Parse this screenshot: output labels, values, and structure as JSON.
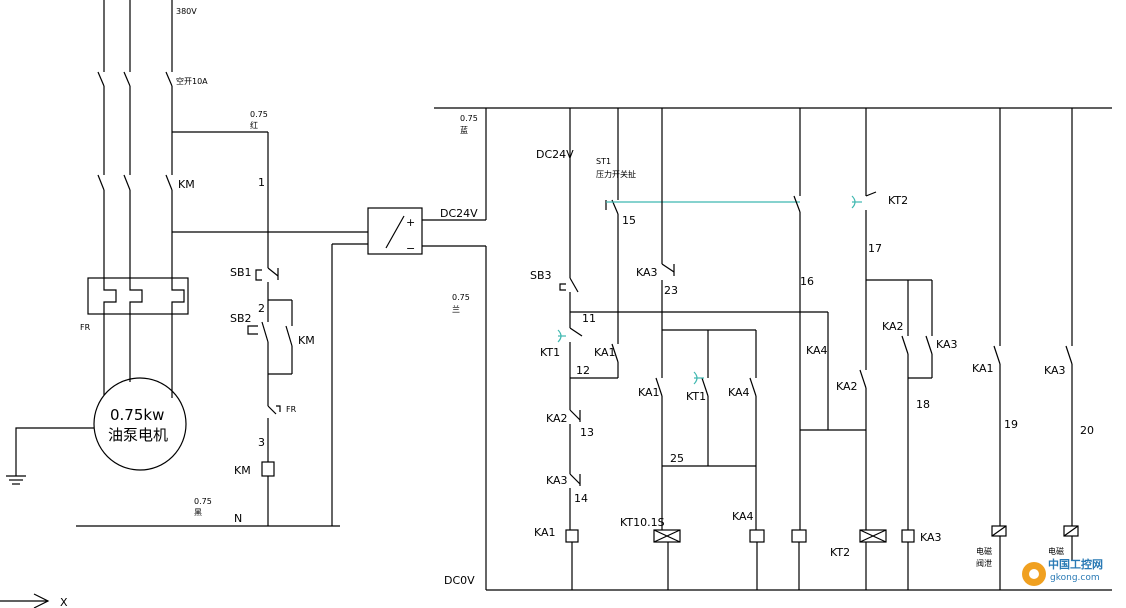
{
  "labels": {
    "supply": "380V",
    "breaker": "空开10A",
    "km_main": "KM",
    "fr": "FR",
    "motor_line1": "0.75kw",
    "motor_line2": "油泵电机",
    "w075_red": "0.75",
    "w_red": "红",
    "n1": "1",
    "sb1": "SB1",
    "n2": "2",
    "sb2": "SB2",
    "km_aux": "KM",
    "fr_contact": "FR",
    "n3": "3",
    "km_coil": "KM",
    "w075_black": "0.75",
    "w_black": "黑",
    "neutral": "N",
    "psu_plus": "+",
    "psu_minus": "−",
    "dc24v_out": "DC24V",
    "w075_blue_top": "0.75",
    "w_blue_top": "蓝",
    "w075_blue": "0.75",
    "w_blue": "兰",
    "dc24v_left": "DC24V",
    "st1": "ST1",
    "pressure_switch": "压力开关扯",
    "n15": "15",
    "sb3": "SB3",
    "ka3_23": "KA3",
    "n23": "23",
    "n11": "11",
    "kt1_left": "KT1",
    "ka1_left": "KA1",
    "n12": "12",
    "ka2_left": "KA2",
    "n13": "13",
    "ka3_left": "KA3",
    "n14": "14",
    "ka1_coil": "KA1",
    "ka1_mid": "KA1",
    "kt1_mid": "KT1",
    "ka4_mid": "KA4",
    "n25": "25",
    "kt1_coil": "KT10.1S",
    "ka4_coil": "KA4",
    "n16": "16",
    "ka4_right": "KA4",
    "kt2_top": "KT2",
    "n17": "17",
    "ka2_r1": "KA2",
    "ka3_r1": "KA3",
    "ka2_r2": "KA2",
    "n18": "18",
    "kt2_coil": "KT2",
    "ka3_coil": "KA3",
    "ka1_r": "KA1",
    "n19": "19",
    "ka3_r": "KA3",
    "n20": "20",
    "valve1a": "电磁",
    "valve1b": "阀泄",
    "valve2": "电磁",
    "dc0v": "DC0V",
    "arrow_x": "X",
    "watermark1": "中国工控网",
    "watermark2": "gkong.com"
  },
  "colors": {
    "line": "#000000",
    "link": "#3fb8b0",
    "watermark": "#2a7ab5",
    "gear": "#f0a020"
  }
}
